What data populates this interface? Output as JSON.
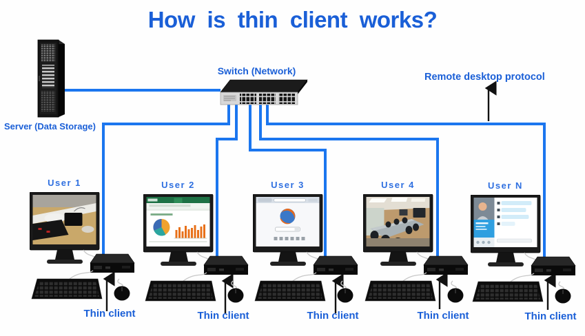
{
  "title": "How is thin client works?",
  "colors": {
    "heading_blue": "#1a5fd7",
    "user_label_blue": "#2e6fe0",
    "wire_blue": "#1b76ef",
    "arrow_black": "#111111"
  },
  "server": {
    "label": "Server (Data Storage)"
  },
  "network_switch": {
    "label": "Switch (Network)"
  },
  "protocol": {
    "label": "Remote desktop protocol"
  },
  "thin_client_label": "Thin client",
  "users": [
    {
      "label": "User 1",
      "screen": "desk-photo-screen"
    },
    {
      "label": "User 2",
      "screen": "spreadsheet-dashboard-screen"
    },
    {
      "label": "User 3",
      "screen": "web-browser-screen"
    },
    {
      "label": "User 4",
      "screen": "conference-room-photo-screen"
    },
    {
      "label": "User N",
      "screen": "video-chat-screen"
    }
  ]
}
